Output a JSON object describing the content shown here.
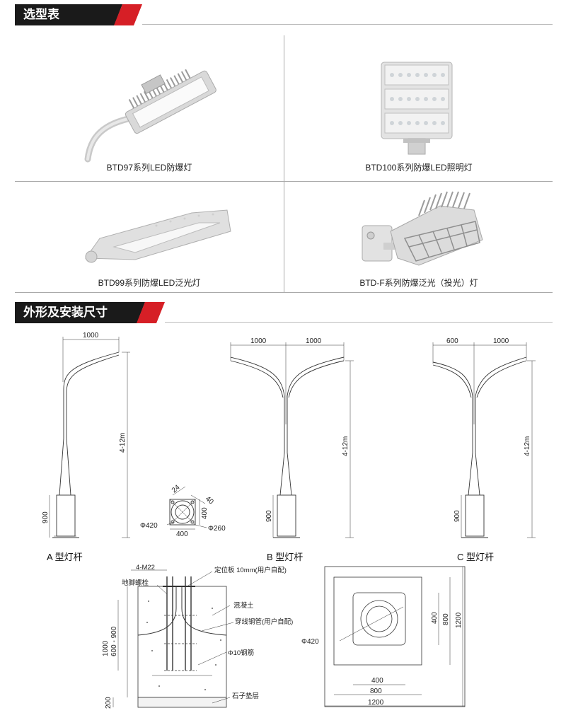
{
  "sections": {
    "selection": {
      "title": "选型表"
    },
    "dimensions": {
      "title": "外形及安装尺寸"
    }
  },
  "products": [
    {
      "caption": "BTD97系列LED防爆灯"
    },
    {
      "caption": "BTD100系列防爆LED照明灯"
    },
    {
      "caption": "BTD99系列防爆LED泛光灯"
    },
    {
      "caption": "BTD-F系列防爆泛光（投光）灯"
    }
  ],
  "poles": {
    "a": {
      "label": "A 型灯杆",
      "arm": "1000",
      "height": "4-12m",
      "base": "900"
    },
    "b": {
      "label": "B 型灯杆",
      "arm_left": "1000",
      "arm_right": "1000",
      "height": "4-12m",
      "base": "900"
    },
    "c": {
      "label": "C 型灯杆",
      "arm_left": "600",
      "arm_right": "1000",
      "height": "4-12m",
      "base": "900"
    }
  },
  "flange": {
    "d_outer": "Φ420",
    "d_inner": "Φ260",
    "width": "400",
    "side": "400",
    "dim_24": "24",
    "dim_40": "40"
  },
  "foundation_section": {
    "bolts": "4-M22",
    "anchor": "地脚螺栓",
    "plate": "定位板 10mm(用户自配)",
    "concrete": "混凝土",
    "conduit": "穿线钢管(用户自配)",
    "rebar": "Φ10钢筋",
    "gravel": "石子垫层",
    "d_600_900": "600 - 900",
    "d_1000": "1000",
    "d_200": "200"
  },
  "foundation_plan": {
    "d_circle": "Φ420",
    "w_400": "400",
    "w_800": "800",
    "w_1200": "1200",
    "h_400": "400",
    "h_800": "800",
    "h_1200": "1200"
  }
}
